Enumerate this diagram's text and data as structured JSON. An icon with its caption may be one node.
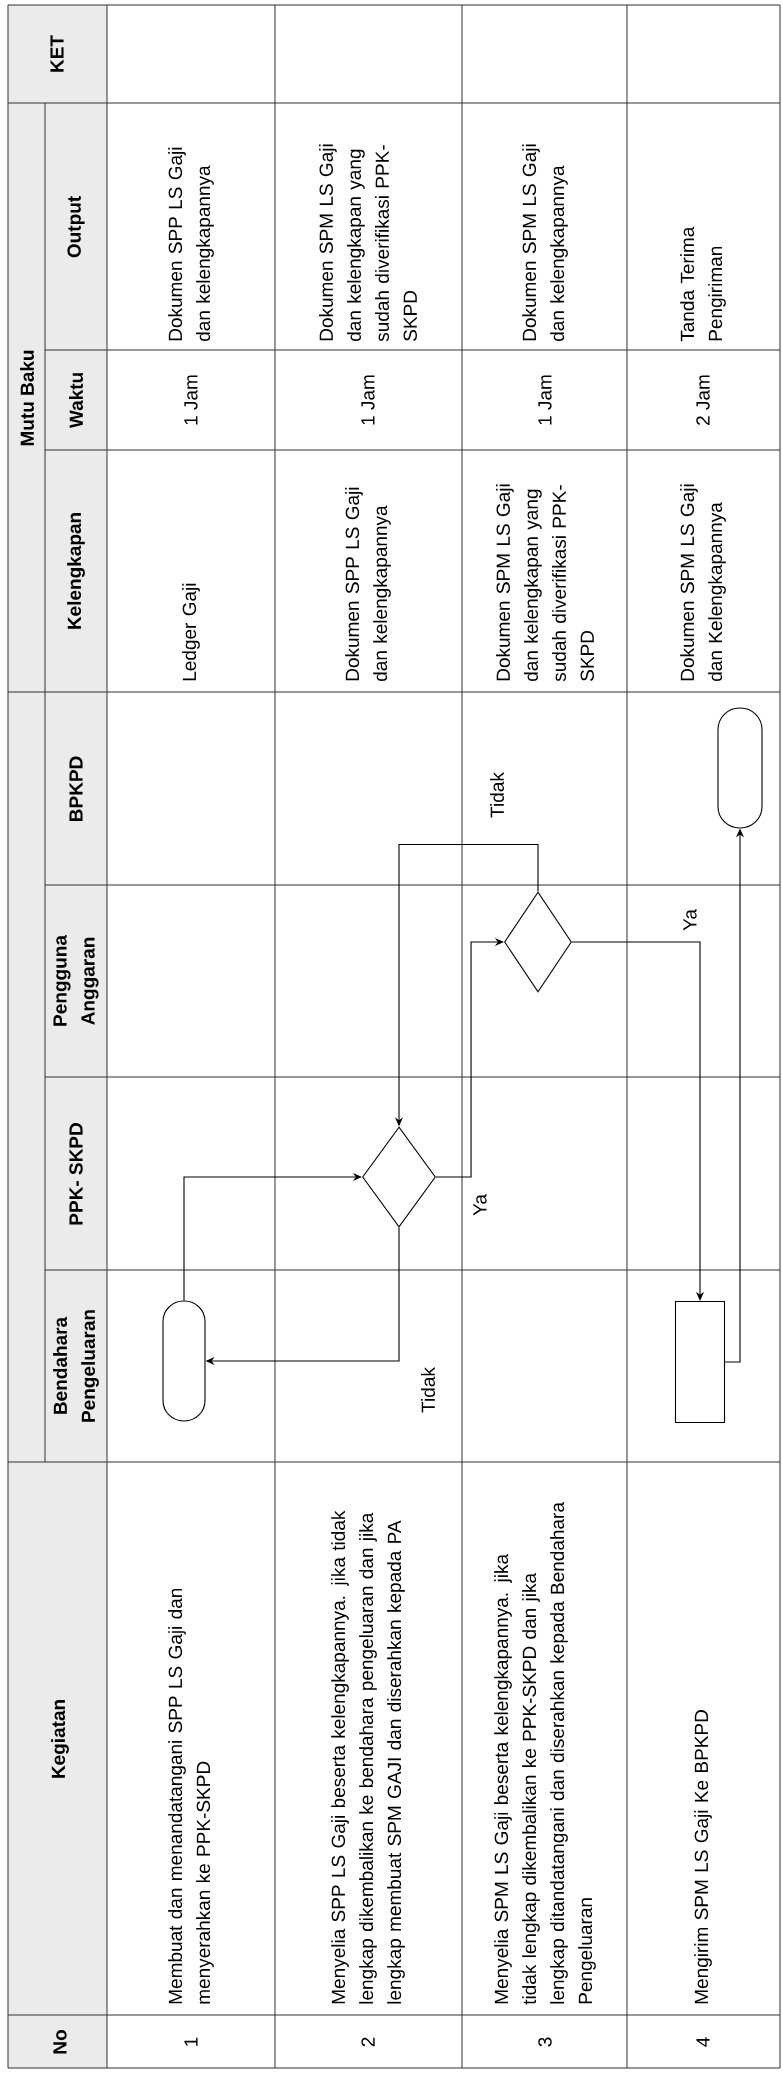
{
  "diagram": {
    "nodes": [
      {
        "text": [],
        "shape": "oval"
      },
      {
        "text": [],
        "shape": "diamond"
      },
      {
        "text": [],
        "shape": "diamond"
      },
      {
        "text": [],
        "shape": "box"
      },
      {
        "text": [],
        "shape": "oval"
      }
    ],
    "edges": [
      {
        "from": 0,
        "to": 1,
        "arrow": "to"
      },
      {
        "from": 1,
        "to": 0,
        "arrow": "to",
        "label": "Tidak"
      },
      {
        "from": 1,
        "to": 2,
        "arrow": "to",
        "label": "Ya"
      },
      {
        "from": 2,
        "to": 1,
        "arrow": "to",
        "label": "Tidak"
      },
      {
        "from": 2,
        "to": 3,
        "arrow": "to",
        "label": "Ya"
      },
      {
        "from": 3,
        "to": 4,
        "arrow": "to"
      }
    ],
    "labels": [
      "No",
      "Kegiatan",
      "Bendahara Pengeluaran",
      "PPK- SKPD",
      "Pengguna Anggaran",
      "BPKPD",
      "Mutu Baku",
      "Kelengkapan",
      "Waktu",
      "Output",
      "KET",
      "1",
      "Membuat dan menandatangani SPP LS Gaji dan menyerahkan ke PPK-SKPD",
      "Ledger Gaji",
      "1 Jam",
      "Dokumen SPP LS Gaji dan kelengkapannya",
      "2",
      "Menyelia SPP LS Gaji beserta kelengkapannya. jika tidak lengkap dikembalikan ke bendahara pengeluaran dan jika lengkap membuat SPM GAJI dan diserahkan kepada PA",
      "Dokumen SPP LS Gaji dan kelengkapannya",
      "1 Jam",
      "Dokumen SPM LS Gaji dan kelengkapan yang sudah diverifikasi PPK-SKPD",
      "3",
      "Menyelia SPM LS Gaji beserta kelengkapannya. jika tidak lengkap dikembalikan ke PPK-SKPD dan jika lengkap ditandatangani dan diserahkan kepada Bendahara Pengeluaran",
      "Dokumen SPM LS Gaji dan kelengkapan yang sudah diverifikasi PPK-SKPD",
      "1 Jam",
      "Dokumen SPM LS Gaji dan kelengkapannya",
      "4",
      "Mengirim SPM LS Gaji Ke BPKPD",
      "Dokumen SPM LS Gaji dan Kelengkapannya",
      "2 Jam",
      "Tanda Terima Pengiriman"
    ]
  }
}
